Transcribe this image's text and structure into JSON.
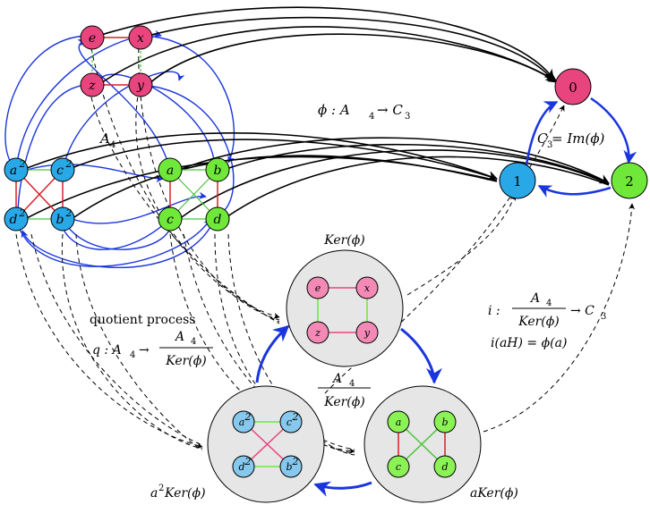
{
  "colors": {
    "pink": "#e8457f",
    "pink_light": "#f28ab5",
    "blue": "#29a8e8",
    "blue_light": "#86c8ee",
    "green": "#6fe83a",
    "green_light": "#8af255",
    "arrow_blue": "#1a35e0",
    "edge_red": "#d8202a",
    "edge_green": "#4cc43a",
    "edge_pink": "#e8457f",
    "coset_fill": "#e6e6e6"
  },
  "labels": {
    "group": "A",
    "group_sub": "4",
    "phi_map": "ϕ : A",
    "phi_map_sub": "4",
    "phi_map_target": "→ C",
    "phi_map_target_sub": "3",
    "image_lhs": "C",
    "image_lhs_sub": "3",
    "image_rhs": " = Im(ϕ)",
    "kernel": "Ker(ϕ)",
    "quotient_process": "quotient process",
    "q_map": "q : A",
    "q_map_sub": "4",
    "q_arrow": "→",
    "frac_num": "A",
    "frac_num_sub": "4",
    "frac_den": "Ker(ϕ)",
    "i_map": "i :",
    "i_arrow": "→ C",
    "i_arrow_sub": "3",
    "i_def": "i(aH) = ϕ(a)",
    "coset_a2": "a",
    "coset_a2_sup": "2",
    "coset_a2_rest": "Ker(ϕ)",
    "coset_a": "aKer(ϕ)"
  },
  "group_nodes": {
    "e": "e",
    "x": "x",
    "z": "z",
    "y": "y",
    "a2": "a",
    "c2": "c",
    "d2": "d",
    "b2": "b",
    "sq": "2",
    "a": "a",
    "b": "b",
    "c": "c",
    "d": "d"
  },
  "cyclic_nodes": [
    "0",
    "1",
    "2"
  ]
}
